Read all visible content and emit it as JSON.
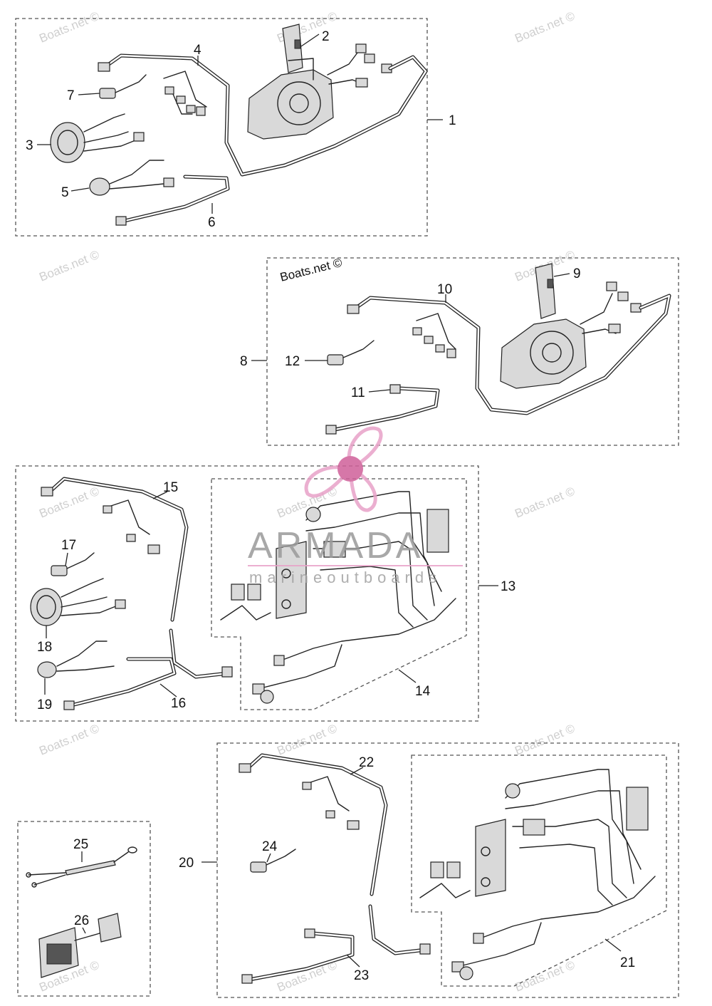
{
  "callouts": [
    "1",
    "2",
    "3",
    "4",
    "5",
    "6",
    "7",
    "8",
    "9",
    "10",
    "11",
    "12",
    "13",
    "14",
    "15",
    "16",
    "17",
    "18",
    "19",
    "20",
    "21",
    "22",
    "23",
    "24",
    "25",
    "26"
  ],
  "watermark": {
    "text": "Boats.net ©"
  },
  "logo": {
    "name": "ARMADA",
    "tagline": "marineoutboards",
    "accent_color": "#e8a2c8",
    "propeller_color": "#d0609a"
  },
  "colors": {
    "line": "#222222",
    "box_border": "#555555",
    "watermark": "#cfcfcf"
  }
}
